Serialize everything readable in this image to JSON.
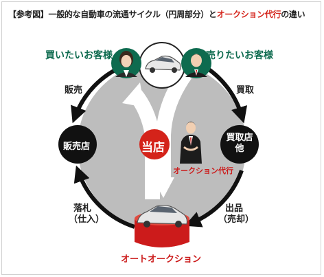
{
  "title": {
    "prefix": "【参考図】一般的な自動車の流通サイクル（円周部分）と",
    "accent": "オークション代行",
    "suffix": "の違い"
  },
  "nodes": {
    "buyer": "買いたいお客様",
    "seller": "売りたいお客様",
    "dealer": "販売店",
    "purchase_store": "買取店",
    "purchase_store_sub": "他",
    "our_store": "当店",
    "auction_agent": "オークション代行",
    "auto_auction": "オートオークション"
  },
  "arrows": {
    "sale": "販売",
    "purchase": "買取",
    "listing": "出品",
    "listing_sub": "（売却）",
    "winning_bid": "落札",
    "winning_bid_sub": "（仕入）"
  },
  "colors": {
    "accent_red": "#d4231a",
    "green": "#0e6b4f",
    "ring_gray": "#bdbdbd",
    "node_black": "#111111"
  }
}
